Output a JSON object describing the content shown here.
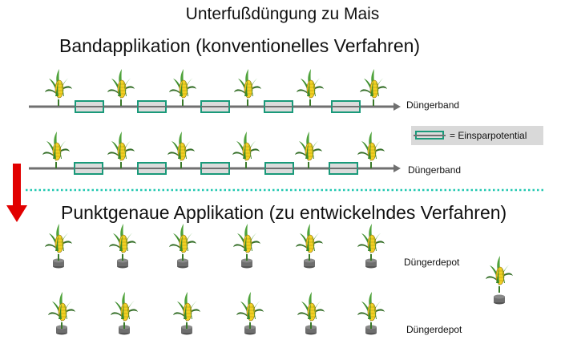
{
  "title": "Unterfußdüngung zu Mais",
  "band_section": {
    "heading": "Bandapplikation (konventionelles Verfahren)",
    "row1_label": "Düngerband",
    "row2_label": "Düngerband"
  },
  "legend": {
    "text": "= Einsparpotential"
  },
  "point_section": {
    "heading": "Punktgenaue Applikation (zu entwickelndes Verfahren)",
    "row1_label": "Düngerdepot",
    "row2_label": "Düngerdepot"
  },
  "colors": {
    "band_line": "#707070",
    "savings_border": "#1a9a7a",
    "savings_fill": "#dcdcdc",
    "divider": "#20c7b0",
    "arrow": "#e10000",
    "depot": "#6e6e6e",
    "cob": "#f2d023",
    "leaf": "#3f8f2f"
  },
  "icons": {
    "plant": "maize-plant-icon",
    "depot": "fertilizer-depot-icon",
    "arrow": "down-arrow-icon"
  }
}
